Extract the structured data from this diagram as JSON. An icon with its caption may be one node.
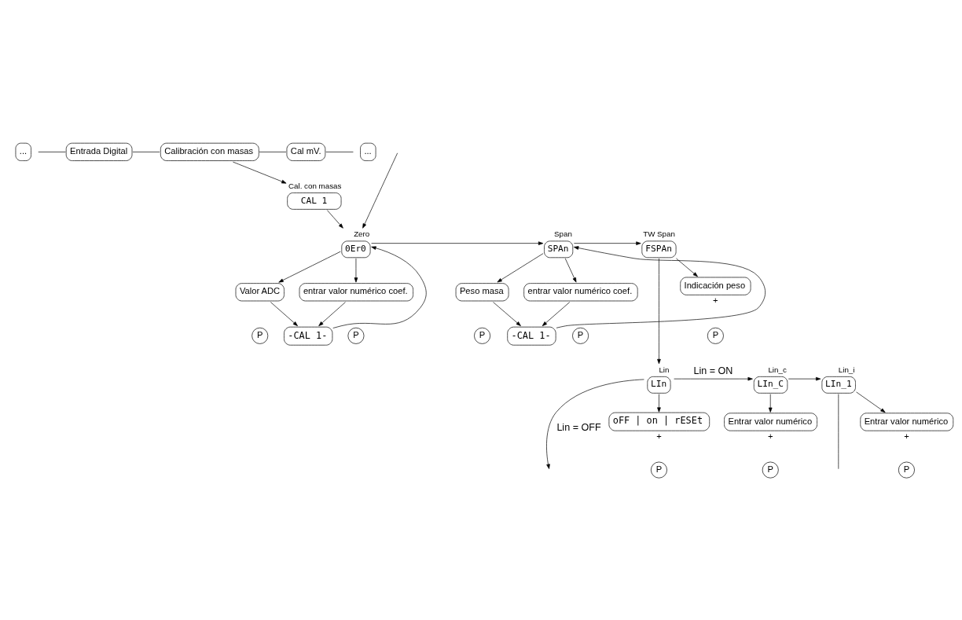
{
  "diagram": {
    "nodes": [
      {
        "text": [
          "..."
        ]
      },
      {
        "text": [
          "Entrada Digital"
        ]
      },
      {
        "text": [
          "Calibración con masas"
        ]
      },
      {
        "text": [
          "Cal mV."
        ]
      },
      {
        "text": [
          "..."
        ]
      },
      {
        "text": [
          "Cal. con masas",
          "CAL 1"
        ]
      },
      {
        "text": [
          "Zero",
          "0Er0"
        ]
      },
      {
        "text": [
          "Valor ADC"
        ]
      },
      {
        "text": [
          "entrar valor numérico coef."
        ]
      },
      {
        "text": [
          "-CAL 1-"
        ]
      },
      {
        "text": [
          "Span",
          "SPAn"
        ]
      },
      {
        "text": [
          "Peso masa"
        ]
      },
      {
        "text": [
          "entrar valor numérico coef."
        ]
      },
      {
        "text": [
          "-CAL 1-"
        ]
      },
      {
        "text": [
          "TW Span",
          "FSPAn"
        ]
      },
      {
        "text": [
          "Indicación peso"
        ],
        "beside": [
          "+"
        ]
      },
      {
        "text": [
          "Lin",
          "LIn"
        ]
      },
      {
        "text": [
          "oFF | on | rESEt"
        ],
        "beside": [
          "+"
        ]
      },
      {
        "text": [
          "Lin_c",
          "LIn_C"
        ]
      },
      {
        "text": [
          "Entrar valor numérico"
        ],
        "beside": [
          "+"
        ]
      },
      {
        "text": [
          "Lin_i",
          "LIn_1"
        ]
      },
      {
        "text": [
          "Entrar valor numérico"
        ],
        "beside": [
          "+"
        ]
      },
      {
        "text": [
          "P"
        ]
      },
      {
        "text": [
          "P"
        ]
      },
      {
        "text": [
          "P"
        ]
      },
      {
        "text": [
          "P"
        ]
      },
      {
        "text": [
          "P"
        ]
      },
      {
        "text": [
          "P"
        ]
      },
      {
        "text": [
          "P"
        ]
      },
      {
        "text": [
          "P"
        ]
      }
    ],
    "edges": [
      {
        "from": 0,
        "to": 1,
        "arrow": "none"
      },
      {
        "from": 1,
        "to": 2,
        "arrow": "none"
      },
      {
        "from": 2,
        "to": 3,
        "arrow": "none"
      },
      {
        "from": 3,
        "to": 4,
        "arrow": "none"
      },
      {
        "from": 2,
        "to": 5,
        "arrow": "to"
      },
      {
        "from": 5,
        "to": 6,
        "arrow": "to"
      },
      {
        "from": 6,
        "to": 7,
        "arrow": "to"
      },
      {
        "from": 6,
        "to": 8,
        "arrow": "to"
      },
      {
        "from": 7,
        "to": 9,
        "arrow": "to"
      },
      {
        "from": 8,
        "to": 9,
        "arrow": "to"
      },
      {
        "from": 9,
        "to": 6,
        "arrow": "to"
      },
      {
        "from": 6,
        "to": 10,
        "arrow": "to"
      },
      {
        "from": 10,
        "to": 11,
        "arrow": "to"
      },
      {
        "from": 10,
        "to": 12,
        "arrow": "to"
      },
      {
        "from": 11,
        "to": 13,
        "arrow": "to"
      },
      {
        "from": 12,
        "to": 13,
        "arrow": "to"
      },
      {
        "from": 13,
        "to": 10,
        "arrow": "to"
      },
      {
        "from": 10,
        "to": 14,
        "arrow": "to"
      },
      {
        "from": 14,
        "to": 15,
        "arrow": "to"
      },
      {
        "from": 14,
        "to": 16,
        "arrow": "to"
      },
      {
        "from": 16,
        "to": 17,
        "arrow": "to"
      },
      {
        "from": 16,
        "to": 18,
        "arrow": "to",
        "label": "Lin = ON"
      },
      {
        "from": 16,
        "to": null,
        "arrow": "to",
        "label": "Lin = OFF"
      },
      {
        "from": 18,
        "to": 19,
        "arrow": "to"
      },
      {
        "from": 18,
        "to": 20,
        "arrow": "to"
      },
      {
        "from": 20,
        "to": 21,
        "arrow": "to"
      },
      {
        "from": 20,
        "to": null,
        "arrow": "none"
      },
      {
        "from": null,
        "to": 6,
        "arrow": "to"
      }
    ]
  }
}
